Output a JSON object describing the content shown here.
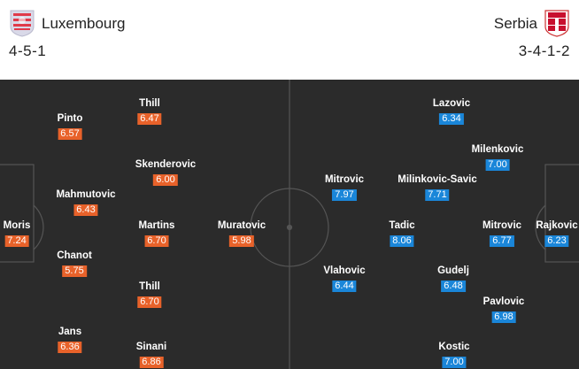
{
  "home": {
    "name": "Luxembourg",
    "formation": "4-5-1",
    "color": "#e8622a",
    "crest_icon": "luxembourg-crest-icon",
    "players": [
      {
        "name": "Moris",
        "rating": "7.24"
      },
      {
        "name": "Pinto",
        "rating": "6.57"
      },
      {
        "name": "Mahmutovic",
        "rating": "6.43"
      },
      {
        "name": "Chanot",
        "rating": "5.75"
      },
      {
        "name": "Jans",
        "rating": "6.36"
      },
      {
        "name": "Thill",
        "rating": "6.47"
      },
      {
        "name": "Skenderovic",
        "rating": "6.00"
      },
      {
        "name": "Martins",
        "rating": "6.70"
      },
      {
        "name": "Thill",
        "rating": "6.70"
      },
      {
        "name": "Sinani",
        "rating": "6.86"
      },
      {
        "name": "Muratovic",
        "rating": "5.98"
      }
    ]
  },
  "away": {
    "name": "Serbia",
    "formation": "3-4-1-2",
    "color": "#1a86d9",
    "crest_icon": "serbia-crest-icon",
    "players": [
      {
        "name": "Rajkovic",
        "rating": "6.23"
      },
      {
        "name": "Milenkovic",
        "rating": "7.00"
      },
      {
        "name": "Mitrovic",
        "rating": "6.77"
      },
      {
        "name": "Pavlovic",
        "rating": "6.98"
      },
      {
        "name": "Lazovic",
        "rating": "6.34"
      },
      {
        "name": "Milinkovic-Savic",
        "rating": "7.71"
      },
      {
        "name": "Tadic",
        "rating": "8.06"
      },
      {
        "name": "Gudelj",
        "rating": "6.48"
      },
      {
        "name": "Kostic",
        "rating": "7.00"
      },
      {
        "name": "Mitrovic",
        "rating": "7.97"
      },
      {
        "name": "Vlahovic",
        "rating": "6.44"
      }
    ]
  }
}
